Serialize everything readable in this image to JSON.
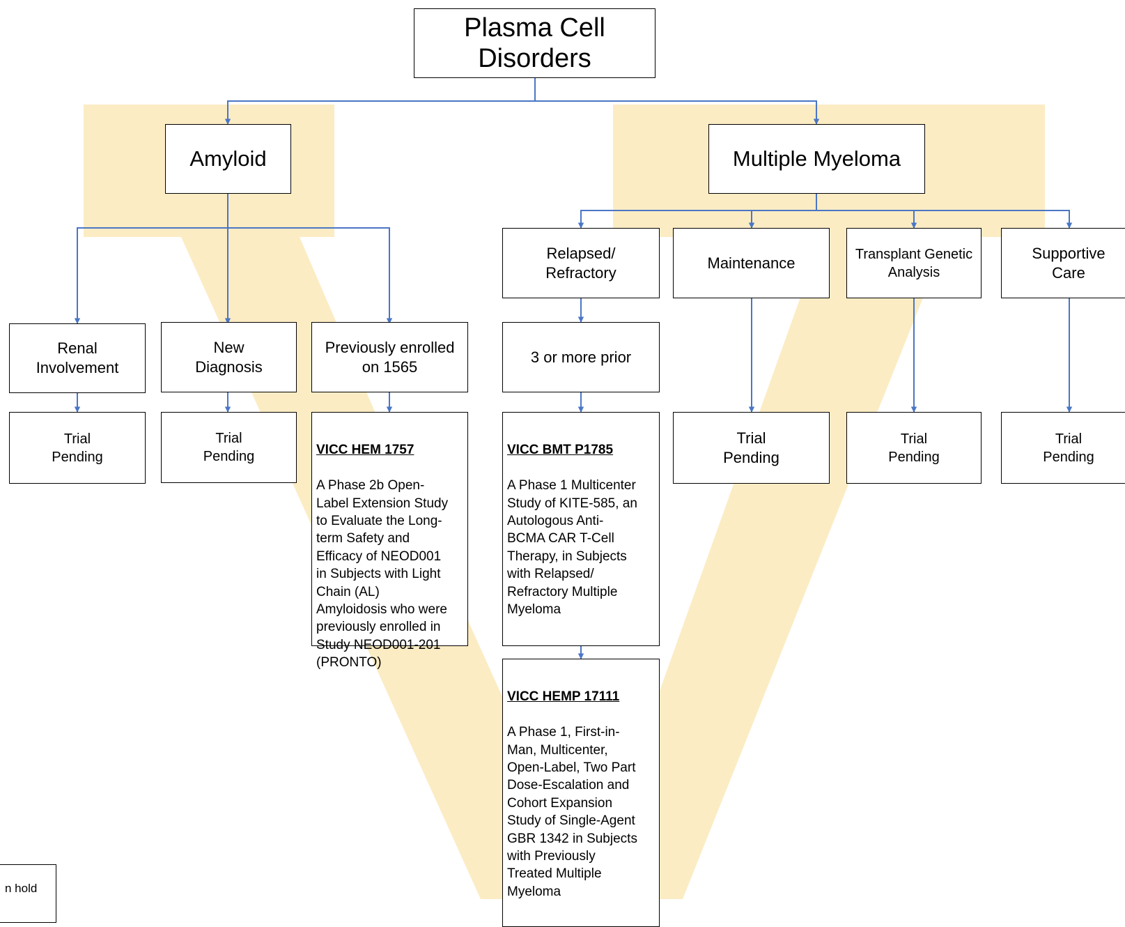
{
  "root": {
    "label": "Plasma Cell\nDisorders"
  },
  "categories": {
    "amyloid": {
      "label": "Amyloid"
    },
    "multiple_myeloma": {
      "label": "Multiple Myeloma"
    }
  },
  "amyloid_branches": [
    {
      "label": "Renal\nInvolvement",
      "trial": "Trial\nPending"
    },
    {
      "label": "New\nDiagnosis",
      "trial": "Trial\nPending"
    },
    {
      "label": "Previously enrolled\non 1565"
    }
  ],
  "mm_branches": [
    {
      "label": "Relapsed/\nRefractory"
    },
    {
      "label": "Maintenance",
      "trial": "Trial\nPending"
    },
    {
      "label": "Transplant Genetic\nAnalysis",
      "trial": "Trial\nPending"
    },
    {
      "label": "Supportive\nCare",
      "trial": "Trial\nPending"
    }
  ],
  "relapsed_sub": {
    "label": "3 or more prior"
  },
  "trials": [
    {
      "id": "VICC HEM 1757",
      "description": "A Phase 2b Open-\nLabel Extension Study\nto Evaluate the Long-\nterm Safety and\nEfficacy of NEOD001\nin Subjects with Light\nChain (AL)\nAmyloidosis who were\npreviously enrolled in\nStudy NEOD001-201\n(PRONTO)"
    },
    {
      "id": "VICC BMT P1785",
      "description": "A Phase 1 Multicenter\nStudy of KITE-585, an\nAutologous Anti-\nBCMA CAR T-Cell\nTherapy, in Subjects\nwith Relapsed/\nRefractory Multiple\nMyeloma"
    },
    {
      "id": "VICC HEMP 17111",
      "description": "A Phase 1, First-in-\nMan, Multicenter,\nOpen-Label, Two Part\nDose-Escalation and\nCohort Expansion\nStudy of Single-Agent\nGBR 1342 in Subjects\nwith Previously\nTreated Multiple\nMyeloma"
    }
  ],
  "legend": {
    "text": "n hold"
  },
  "colors": {
    "connector": "#4a76c4",
    "watermark": "#fcecc4",
    "border": "#000000"
  }
}
